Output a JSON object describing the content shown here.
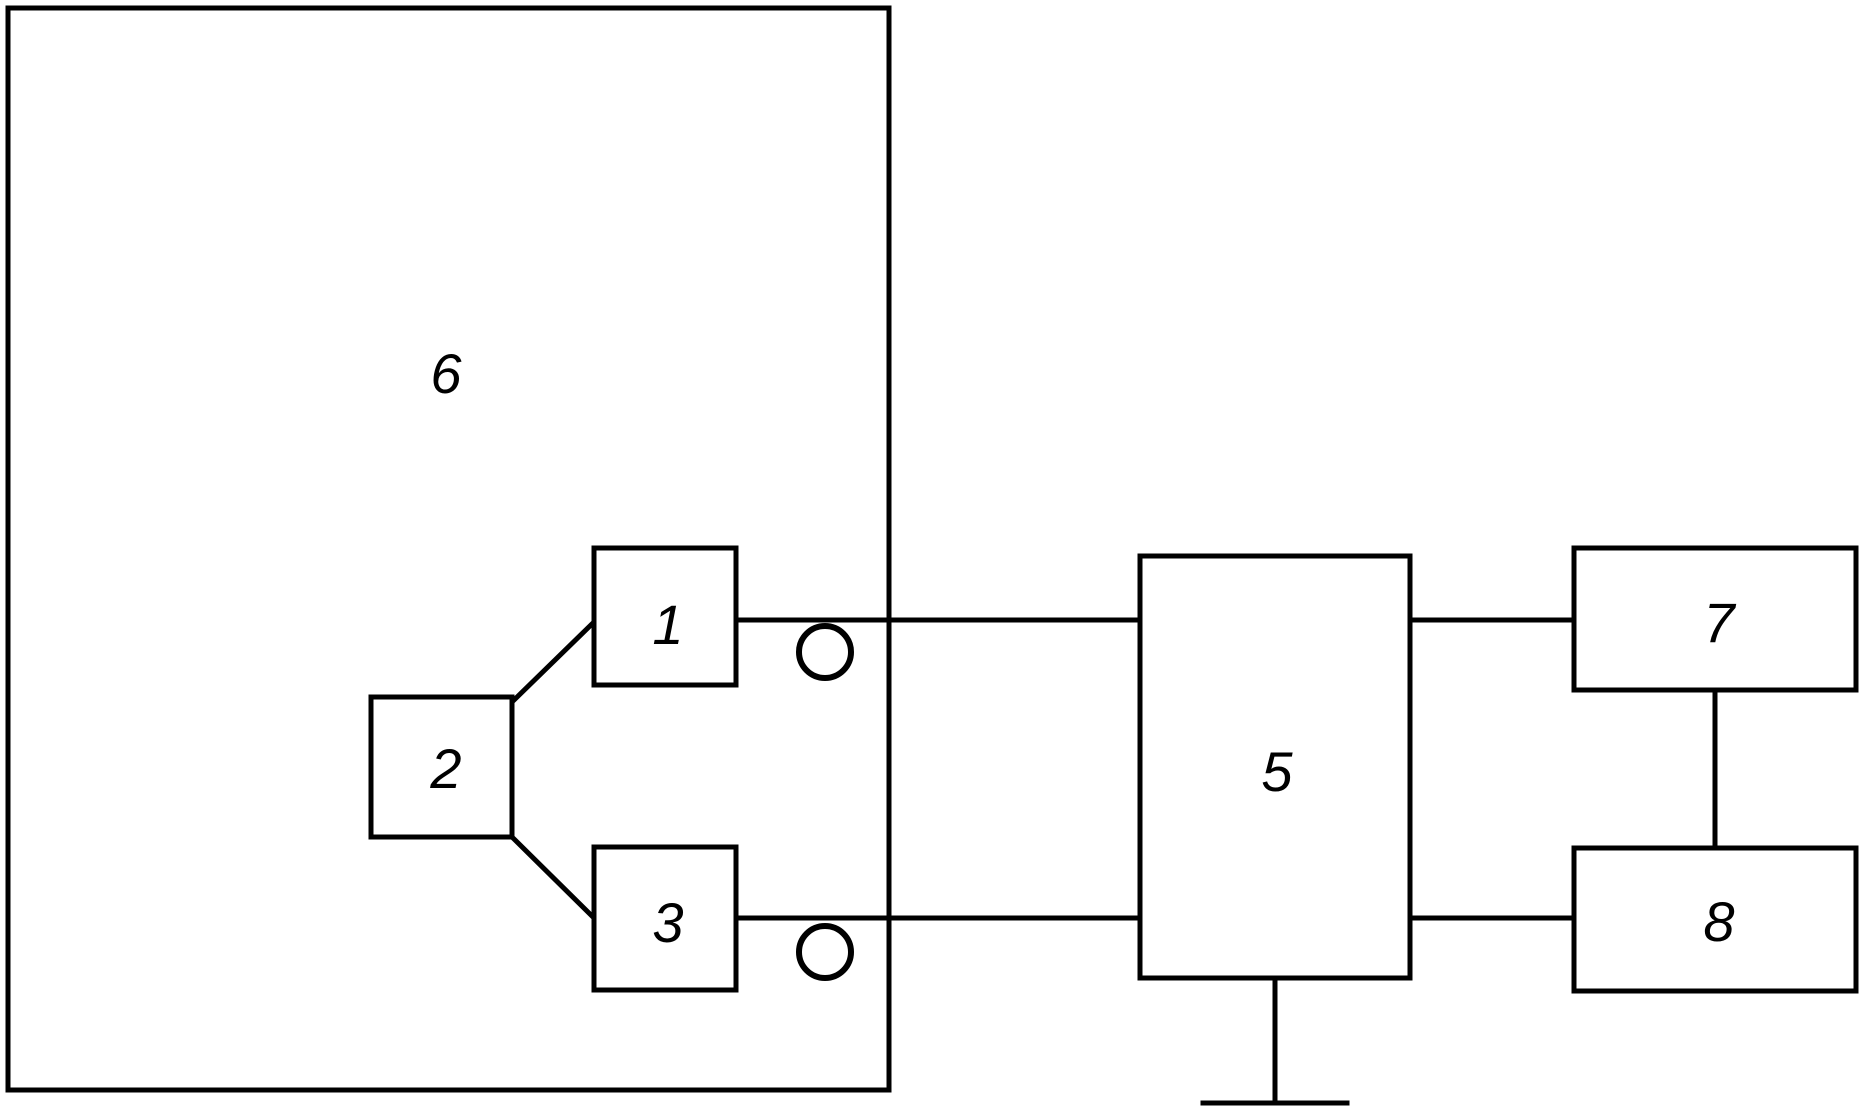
{
  "diagram": {
    "blocks": {
      "b6": {
        "label": "6"
      },
      "b1": {
        "label": "1"
      },
      "b2": {
        "label": "2"
      },
      "b3": {
        "label": "3"
      },
      "b5": {
        "label": "5"
      },
      "b7": {
        "label": "7"
      },
      "b8": {
        "label": "8"
      }
    }
  },
  "colors": {
    "stroke": "#000000",
    "background": "#ffffff"
  }
}
